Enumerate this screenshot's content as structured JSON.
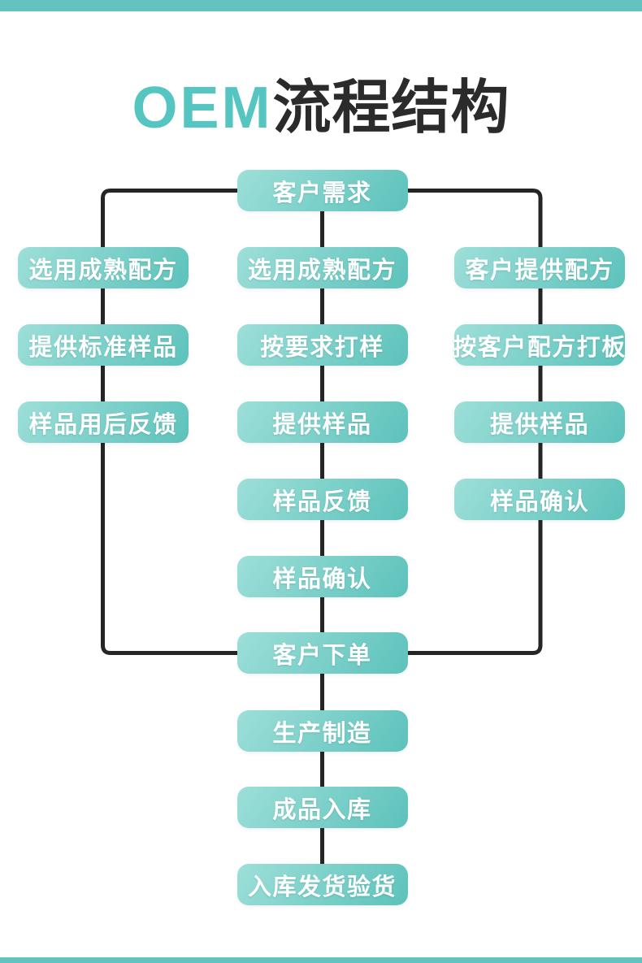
{
  "title": {
    "accent": "OEM",
    "rest": "流程结构"
  },
  "colors": {
    "accent_bar": "#63c3be",
    "node_gradient_start": "#9edfd9",
    "node_gradient_end": "#5cc2bb",
    "connector_line": "#252525",
    "title_accent": "#54c5c0",
    "title_text": "#2b2b2b",
    "node_text": "#ffffff"
  },
  "flow": {
    "top_label": "客户需求",
    "left_steps": [
      "选用成熟配方",
      "提供标准样品",
      "样品用后反馈"
    ],
    "middle_steps": [
      "选用成熟配方",
      "按要求打样",
      "提供样品",
      "样品反馈",
      "样品确认"
    ],
    "right_steps": [
      "客户提供配方",
      "按客户配方打板",
      "提供样品",
      "样品确认"
    ],
    "merge_label": "客户下单",
    "tail_steps": [
      "生产制造",
      "成品入库",
      "入库发货验货"
    ]
  }
}
